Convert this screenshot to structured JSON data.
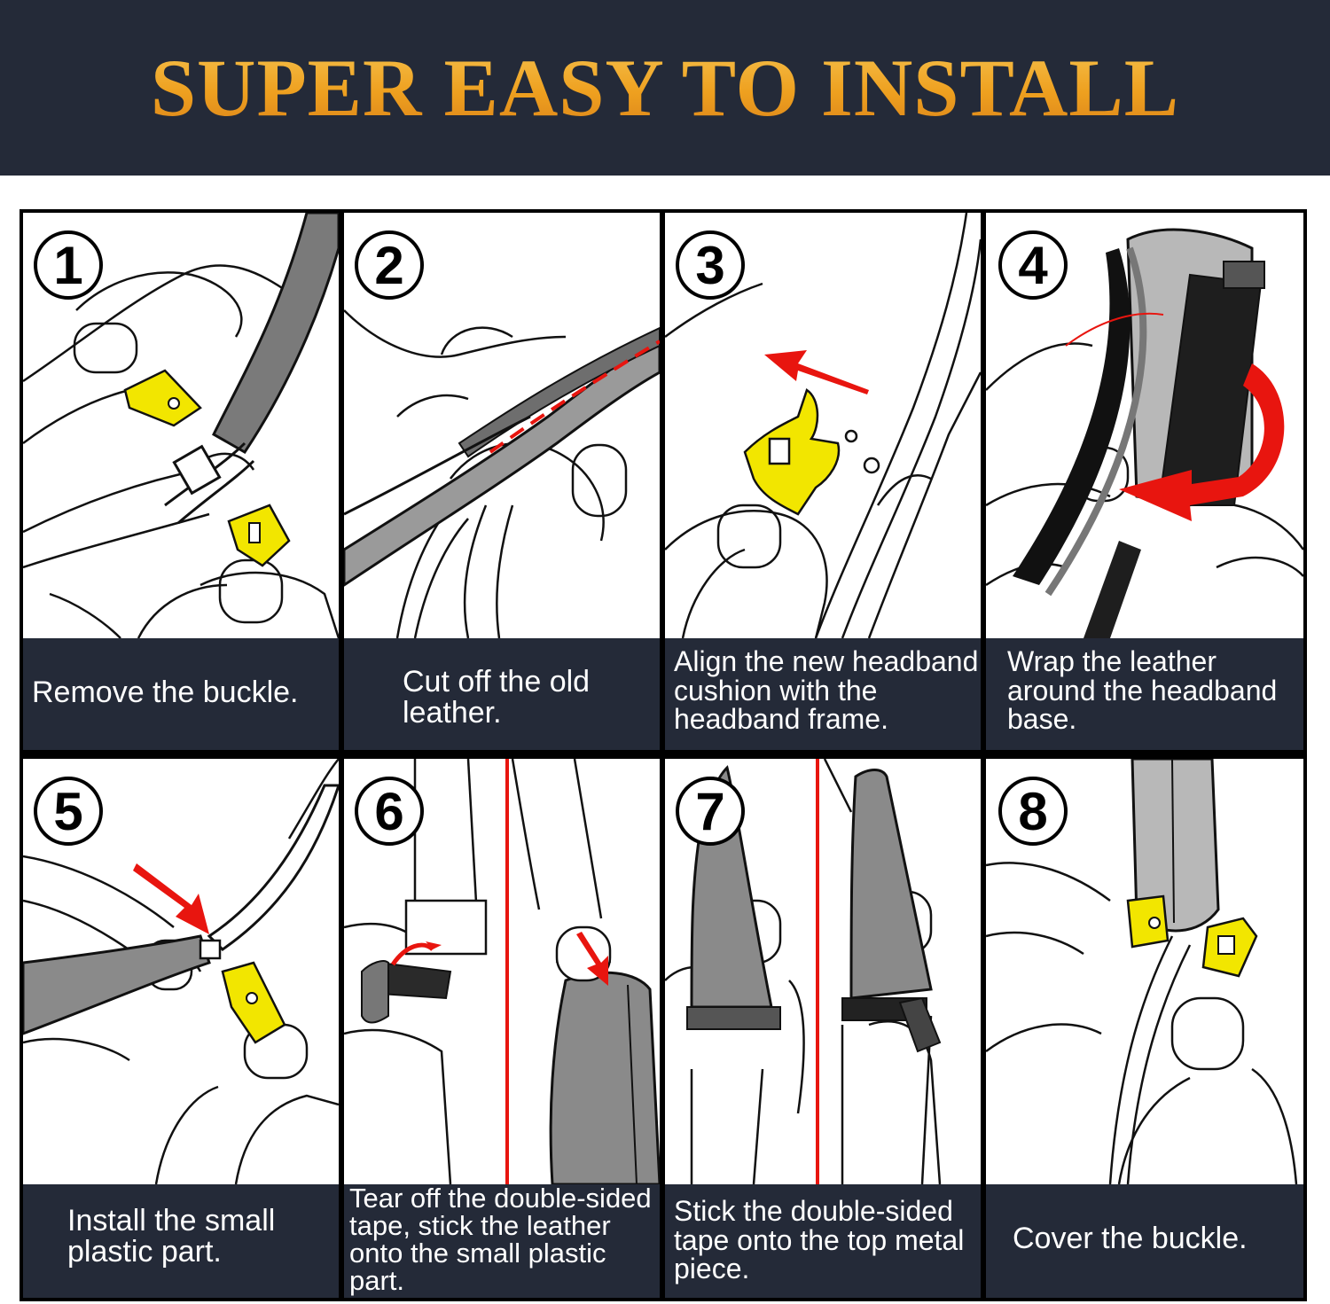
{
  "title": "SUPER EASY TO INSTALL",
  "steps": [
    {
      "number": "1",
      "caption": "Remove the buckle."
    },
    {
      "number": "2",
      "caption": "Cut off the old leather."
    },
    {
      "number": "3",
      "caption": "Align the new headband cushion with the headband frame."
    },
    {
      "number": "4",
      "caption": "Wrap the leather around the headband base."
    },
    {
      "number": "5",
      "caption": "Install the small plastic part."
    },
    {
      "number": "6",
      "caption": "Tear off the double-sided tape, stick the leather onto the small plastic part."
    },
    {
      "number": "7",
      "caption": "Stick the double-sided tape onto the top metal piece."
    },
    {
      "number": "8",
      "caption": "Cover the buckle."
    }
  ],
  "colors": {
    "banner": "#242a38",
    "title_gold": "#f0a71c",
    "buckle_yellow": "#f2e600",
    "arrow_red": "#e8150f",
    "band_gray": "#7a7a7a"
  }
}
